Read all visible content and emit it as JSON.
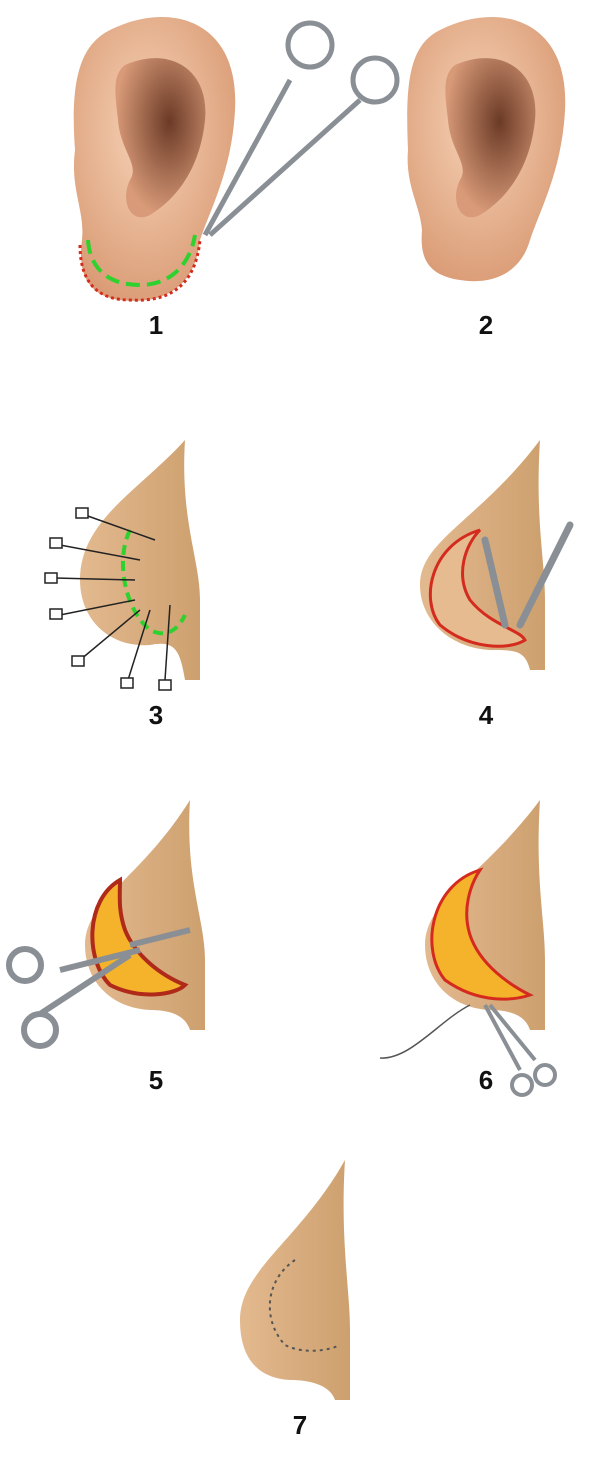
{
  "figure": {
    "steps": [
      {
        "label": "1",
        "icon": "ear-with-scissors-and-incision-marks"
      },
      {
        "label": "2",
        "icon": "ear-reduced-lobe"
      },
      {
        "label": "3",
        "icon": "earlobe-with-pins-and-incision-line"
      },
      {
        "label": "4",
        "icon": "earlobe-incision-with-scalpels"
      },
      {
        "label": "5",
        "icon": "earlobe-dissection-with-forceps"
      },
      {
        "label": "6",
        "icon": "earlobe-suturing-with-needle-holder"
      },
      {
        "label": "7",
        "icon": "earlobe-closed-with-sutures"
      }
    ],
    "colors": {
      "skin": "#e9b896",
      "lobe_skin": "#d9a878",
      "incision_green": "#2fd12f",
      "incision_red": "#d42b1e",
      "fat_yellow": "#f4b32a",
      "instrument": "#8a8f96"
    }
  }
}
